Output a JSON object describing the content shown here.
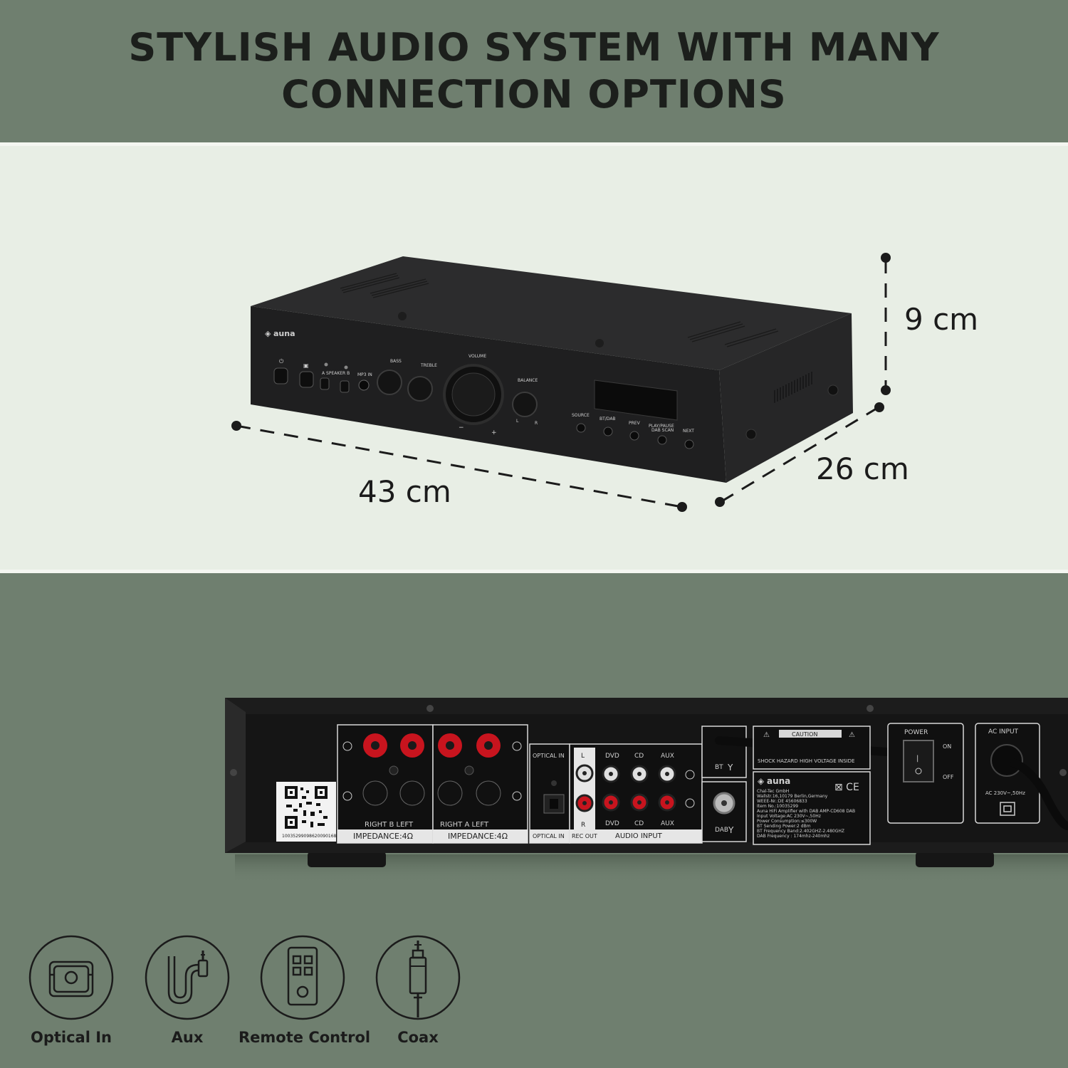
{
  "header": {
    "title_line1": "STYLISH AUDIO SYSTEM WITH MANY",
    "title_line2": "CONNECTION OPTIONS"
  },
  "dimensions": {
    "height": "9 cm",
    "depth": "26 cm",
    "width": "43 cm"
  },
  "front_panel": {
    "brand": "auna",
    "speaker_label": "A  SPEAKER  B",
    "mp3_in": "MP3 IN",
    "bass": "BASS",
    "treble": "TREBLE",
    "volume": "VOLUME",
    "balance": "BALANCE",
    "balance_l": "L",
    "balance_r": "R",
    "volume_minus": "−",
    "volume_plus": "+",
    "buttons": [
      "SOURCE",
      "BT/DAB",
      "PREV",
      "PLAY/PAUSE",
      "NEXT"
    ],
    "dab_scan": "DAB SCAN"
  },
  "rear_panel": {
    "speaker_b": "RIGHT   B   LEFT",
    "speaker_a": "RIGHT   A   LEFT",
    "impedance": "IMPEDANCE:4Ω",
    "optical_in": "OPTICAL IN",
    "rec_out": "REC OUT",
    "rec_l": "L",
    "rec_r": "R",
    "audio_input": "AUDIO INPUT",
    "inputs": [
      "DVD",
      "CD",
      "AUX"
    ],
    "bt": "BT",
    "dab": "DAB",
    "caution": "CAUTION",
    "shock": "SHOCK HAZARD HIGH VOLTAGE INSIDE",
    "label_brand": "auna",
    "label_lines": [
      "Chal-Tec GmbH",
      "Wallstr.16,10179 Berlin,Germany",
      "WEEE-Nr.:DE 45606833",
      "Item No.:10035299",
      "Auna HiFi Amplifier with DAB  AMP-CD608 DAB",
      "Input Voltage:AC 230V~,50Hz",
      "Power Consumption:≤300W",
      "BT Sending Power:2 dBm",
      "BT Frequency Band:2.402GHZ-2.480GHZ",
      "DAB Frequency : 174mhz-240mhz"
    ],
    "power": "POWER",
    "on": "ON",
    "off": "OFF",
    "ac_input": "AC INPUT",
    "ac_voltage": "AC 230V~,50Hz",
    "serial": "10035299098620090168"
  },
  "features": [
    {
      "label": "Optical In",
      "icon": "optical-in-icon"
    },
    {
      "label": "Aux",
      "icon": "aux-cable-icon"
    },
    {
      "label": "Remote Control",
      "icon": "remote-control-icon"
    },
    {
      "label": "Coax",
      "icon": "coax-icon"
    }
  ],
  "colors": {
    "band_dark": "#6f7f6f",
    "band_light": "#e8eee5",
    "text": "#1c1f1c"
  }
}
